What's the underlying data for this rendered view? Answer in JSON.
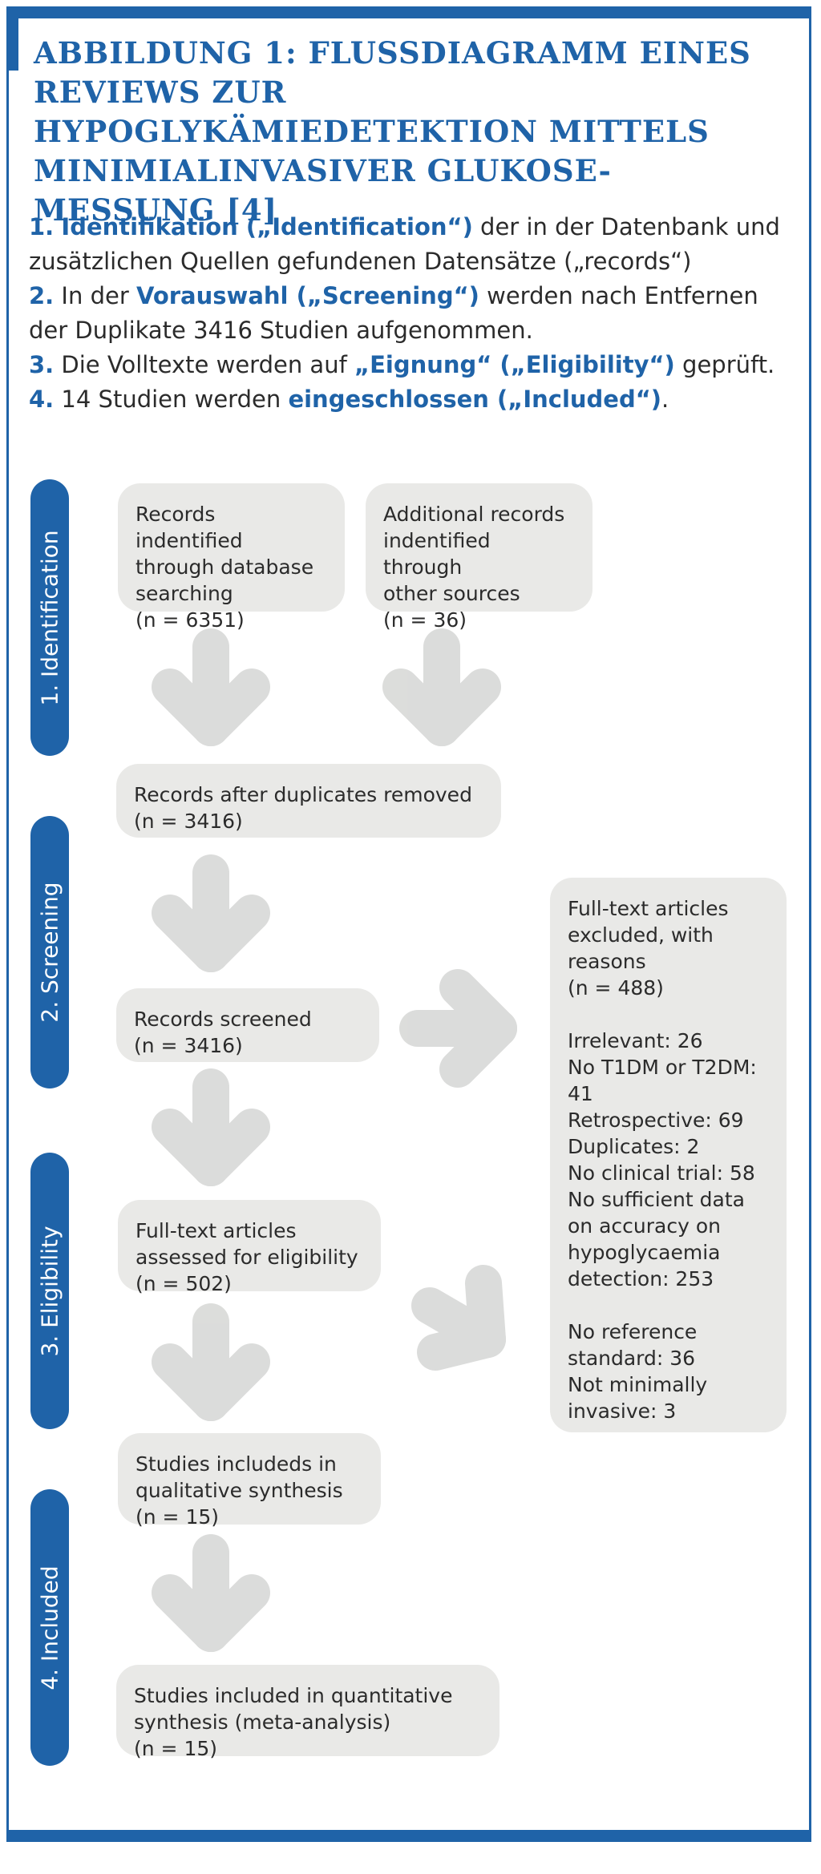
{
  "title": "Abbildung 1: Flussdiagramm eines Reviews zur Hypoglykämiedetektion mittels minimialinvasiver Glukose-messung [4]",
  "steps": [
    {
      "num": "1.",
      "hl": "Identifikation („Identification“)",
      "rest": " der in der Datenbank und zusätzlichen Quellen gefundenen Datensätze („records“)"
    },
    {
      "num": "2.",
      "pre": " In der ",
      "hl": "Vorauswahl („Screening“)",
      "rest": " werden nach Entfernen der Duplikate 3416 Studien aufgenommen."
    },
    {
      "num": "3.",
      "pre": " Die Volltexte werden auf ",
      "hl": "„Eignung“ („Eligibility“)",
      "rest": " geprüft."
    },
    {
      "num": "4.",
      "pre": " 14 Studien werden ",
      "hl": "eingeschlossen („Included“)",
      "rest": "."
    }
  ],
  "stages": [
    "1. Identification",
    "2. Screening",
    "3. Eligibility",
    "4. Included"
  ],
  "boxes": {
    "db_records": "Records indentified\nthrough database\nsearching\n(n = 6351)",
    "other_records": "Additional records\nindentified through\nother sources\n(n = 36)",
    "after_dupes": "Records after duplicates removed\n(n = 3416)",
    "screened": "Records screened\n(n = 3416)",
    "fulltext_assessed": "Full-text articles\nassessed for eligibility\n(n = 502)",
    "qualitative": "Studies includeds in\nqualitative synthesis\n(n = 15)",
    "quantitative": "Studies included in quantitative\nsynthesis (meta-analysis)\n(n = 15)",
    "excluded": "Full-text articles\nexcluded, with\nreasons\n(n = 488)\n\nIrrelevant: 26\nNo T1DM or T2DM:\n41\nRetrospective: 69\nDuplicates: 2\nNo clinical trial: 58\nNo sufficient data\non accuracy on\nhypoglycaemia\ndetection: 253\n\nNo reference\nstandard: 36\nNot minimally\ninvasive: 3"
  },
  "colors": {
    "accent": "#1f63a8",
    "box": "#e9e9e7",
    "arrow": "#cfd1ce",
    "arrow_overlap": "#b9bbb8"
  }
}
